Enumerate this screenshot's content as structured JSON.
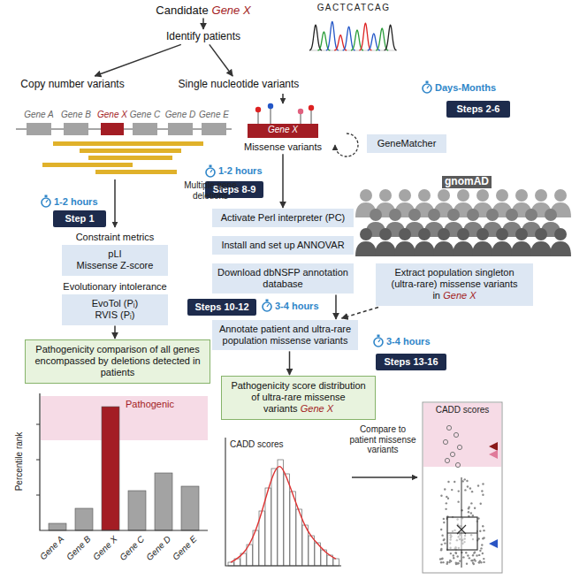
{
  "diagram": {
    "nodes": [
      {
        "text": [
          "Candidate",
          "Gene X"
        ]
      },
      {
        "text": [
          "Identify patients"
        ]
      },
      {
        "text": [
          "Copy number variants"
        ]
      },
      {
        "text": [
          "Single nucleotide variants"
        ]
      },
      {
        "text": [
          "Steps 2-6"
        ]
      },
      {
        "text": [
          "GeneMatcher"
        ]
      },
      {
        "text": [
          "Missense variants"
        ]
      },
      {
        "text": [
          "Step 1"
        ]
      },
      {
        "text": [
          "Steps 8-9"
        ]
      },
      {
        "text": [
          "Constraint metrics",
          "pLI",
          "Missense Z-score"
        ]
      },
      {
        "text": [
          "Evolutionary intolerance",
          "EvoTol (Pᵢ)",
          "RVIS (Pᵢ)"
        ]
      },
      {
        "text": [
          "Activate Perl interpreter (PC)"
        ]
      },
      {
        "text": [
          "Install and set up ANNOVAR"
        ]
      },
      {
        "text": [
          "Download dbNSFP annotation database"
        ]
      },
      {
        "text": [
          "Extract population singleton (ultra-rare) missense variants in",
          "Gene X"
        ]
      },
      {
        "text": [
          "Steps 10-12"
        ]
      },
      {
        "text": [
          "Annotate patient and ultra-rare population missense variants"
        ]
      },
      {
        "text": [
          "Steps 13-16"
        ]
      },
      {
        "text": [
          "Pathogenicity comparison of all genes encompassed by deletions detected in patients"
        ]
      },
      {
        "text": [
          "Pathogenicity score distribution of ultra-rare missense variants",
          "Gene X"
        ]
      }
    ],
    "edges": [
      {
        "from": 0,
        "to": 1,
        "arrow": "to"
      },
      {
        "from": 1,
        "to": 2,
        "arrow": "to"
      },
      {
        "from": 1,
        "to": 3,
        "arrow": "to"
      },
      {
        "from": 6,
        "to": 11,
        "arrow": "to"
      },
      {
        "from": 10,
        "to": 18,
        "arrow": "to"
      },
      {
        "from": 13,
        "to": 16,
        "arrow": "to"
      },
      {
        "from": 14,
        "to": 16,
        "arrow": "to"
      },
      {
        "from": 16,
        "to": 19,
        "arrow": "to"
      }
    ],
    "labels": [
      "GACTCATCAG",
      "Days-Months",
      "Gene A",
      "Gene B",
      "Gene X",
      "Gene C",
      "Gene D",
      "Gene E",
      "Multiple gene deletions",
      "1-2 hours",
      "1-2 hours",
      "Gene X",
      "gnomAD",
      "3-4 hours",
      "3-4 hours",
      "Pathogenic",
      "Percentile rank",
      "Gene A",
      "Gene B",
      "Gene X",
      "Gene C",
      "Gene D",
      "Gene E",
      "CADD scores",
      "Compare to patient missense variants",
      "CADD scores"
    ]
  }
}
